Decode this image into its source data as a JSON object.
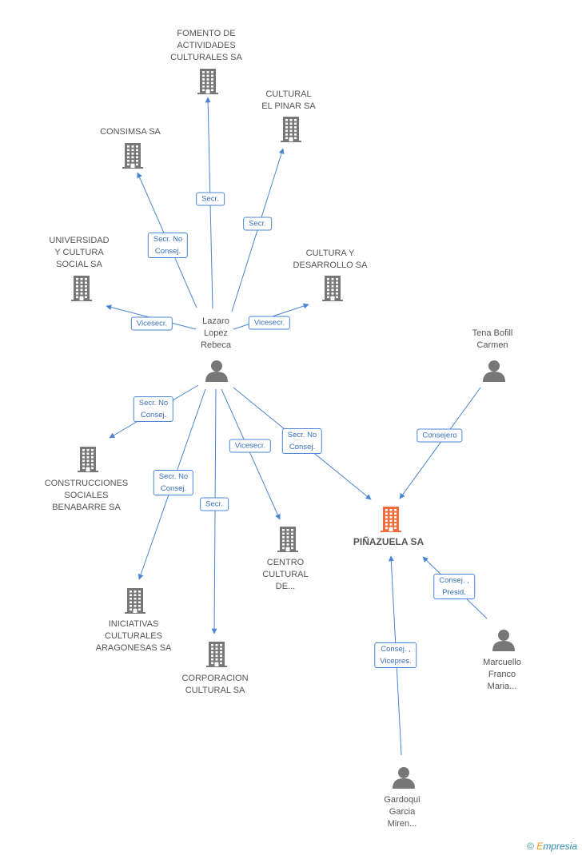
{
  "colors": {
    "edge": "#4a86d4",
    "icon": "#777777",
    "main_icon": "#f26b3a"
  },
  "nodes": [
    {
      "id": "fomento",
      "type": "company",
      "label": "FOMENTO DE\nACTIVIDADES\nCULTURALES SA"
    },
    {
      "id": "cultural_pinar",
      "type": "company",
      "label": "CULTURAL\nEL PINAR SA"
    },
    {
      "id": "consimsa",
      "type": "company",
      "label": "CONSIMSA SA"
    },
    {
      "id": "universidad",
      "type": "company",
      "label": "UNIVERSIDAD\nY CULTURA\nSOCIAL SA"
    },
    {
      "id": "cultura_desarrollo",
      "type": "company",
      "label": "CULTURA Y\nDESARROLLO SA"
    },
    {
      "id": "lazaro",
      "type": "person",
      "label": "Lazaro\nLopez\nRebeca"
    },
    {
      "id": "tena",
      "type": "person",
      "label": "Tena Bofill\nCarmen"
    },
    {
      "id": "construcciones",
      "type": "company",
      "label": "CONSTRUCCIONES\nSOCIALES\nBENABARRE SA"
    },
    {
      "id": "pinazuela",
      "type": "company",
      "main": true,
      "label": "PIÑAZUELA SA"
    },
    {
      "id": "centro",
      "type": "company",
      "label": "CENTRO\nCULTURAL\nDE..."
    },
    {
      "id": "iniciativas",
      "type": "company",
      "label": "INICIATIVAS\nCULTURALES\nARAGONESAS SA"
    },
    {
      "id": "corporacion",
      "type": "company",
      "label": "CORPORACION\nCULTURAL SA"
    },
    {
      "id": "marcuello",
      "type": "person",
      "label": "Marcuello\nFranco\nMaria..."
    },
    {
      "id": "gardoqui",
      "type": "person",
      "label": "Gardoqui\nGarcia\nMiren..."
    }
  ],
  "edges": [
    {
      "from": "lazaro",
      "to": "fomento",
      "label": "Secr."
    },
    {
      "from": "lazaro",
      "to": "cultural_pinar",
      "label": "Secr."
    },
    {
      "from": "lazaro",
      "to": "consimsa",
      "label": "Secr. No\nConsej."
    },
    {
      "from": "lazaro",
      "to": "universidad",
      "label": "Vicesecr."
    },
    {
      "from": "lazaro",
      "to": "cultura_desarrollo",
      "label": "Vicesecr."
    },
    {
      "from": "lazaro",
      "to": "construcciones",
      "label": "Secr. No\nConsej."
    },
    {
      "from": "lazaro",
      "to": "pinazuela",
      "label": "Secr. No\nConsej."
    },
    {
      "from": "lazaro",
      "to": "centro",
      "label": "Vicesecr."
    },
    {
      "from": "lazaro",
      "to": "iniciativas",
      "label": "Secr. No\nConsej."
    },
    {
      "from": "lazaro",
      "to": "corporacion",
      "label": "Secr."
    },
    {
      "from": "tena",
      "to": "pinazuela",
      "label": "Consejero"
    },
    {
      "from": "marcuello",
      "to": "pinazuela",
      "label": "Consej. ,\nPresid."
    },
    {
      "from": "gardoqui",
      "to": "pinazuela",
      "label": "Consej. ,\nVicepres."
    }
  ],
  "footer": {
    "copyright": "©",
    "brand_e": "E",
    "brand_rest": "mpresia"
  }
}
